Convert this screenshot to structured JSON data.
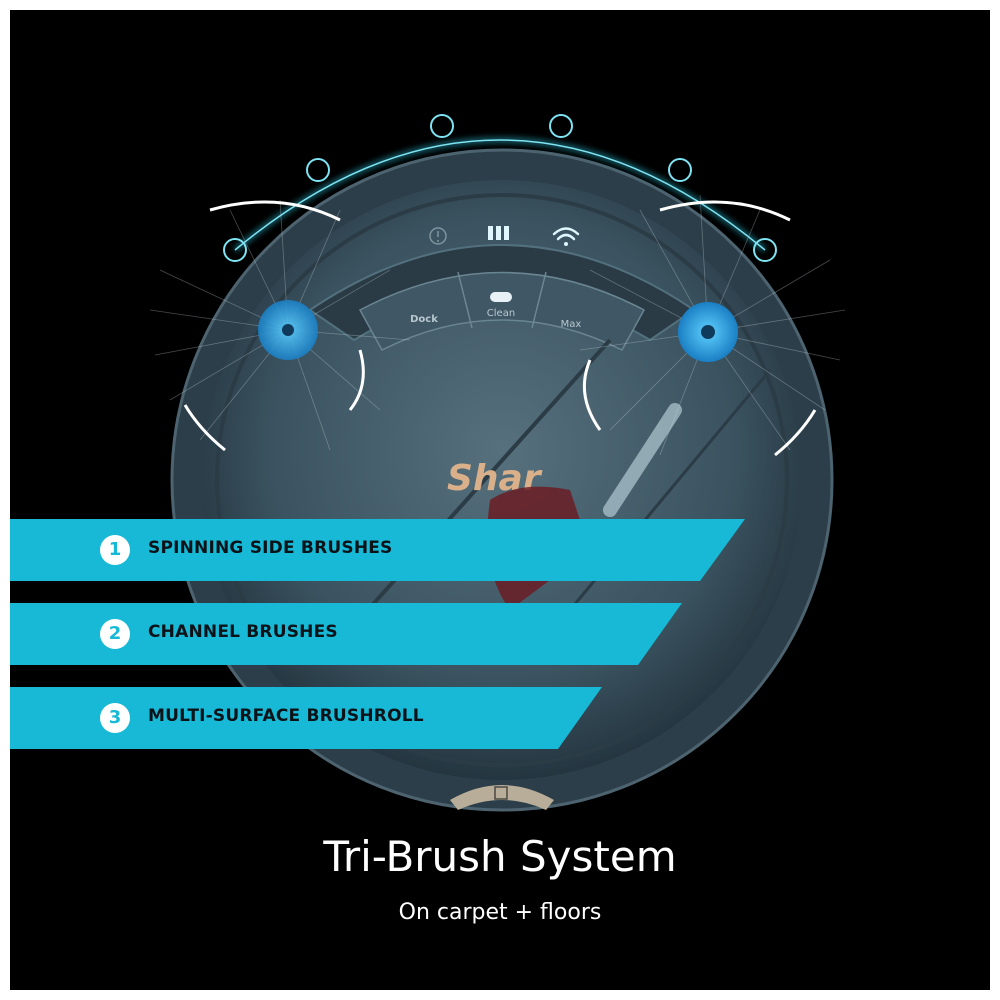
{
  "brand": "Shar",
  "buttons": {
    "dock": "Dock",
    "clean": "Clean",
    "max": "Max"
  },
  "features": [
    {
      "number": "1",
      "label": "SPINNING SIDE BRUSHES"
    },
    {
      "number": "2",
      "label": "CHANNEL BRUSHES"
    },
    {
      "number": "3",
      "label": "MULTI-SURFACE BRUSHROLL"
    }
  ],
  "headline": "Tri-Brush System",
  "subheadline": "On carpet + floors",
  "colors": {
    "accent": "#17b9d6",
    "background": "#000000",
    "body": "#3f5764",
    "glow": "#2fc8e0"
  },
  "icons": [
    "alert-icon",
    "battery-icon",
    "wifi-icon",
    "dust-bin-icon"
  ]
}
